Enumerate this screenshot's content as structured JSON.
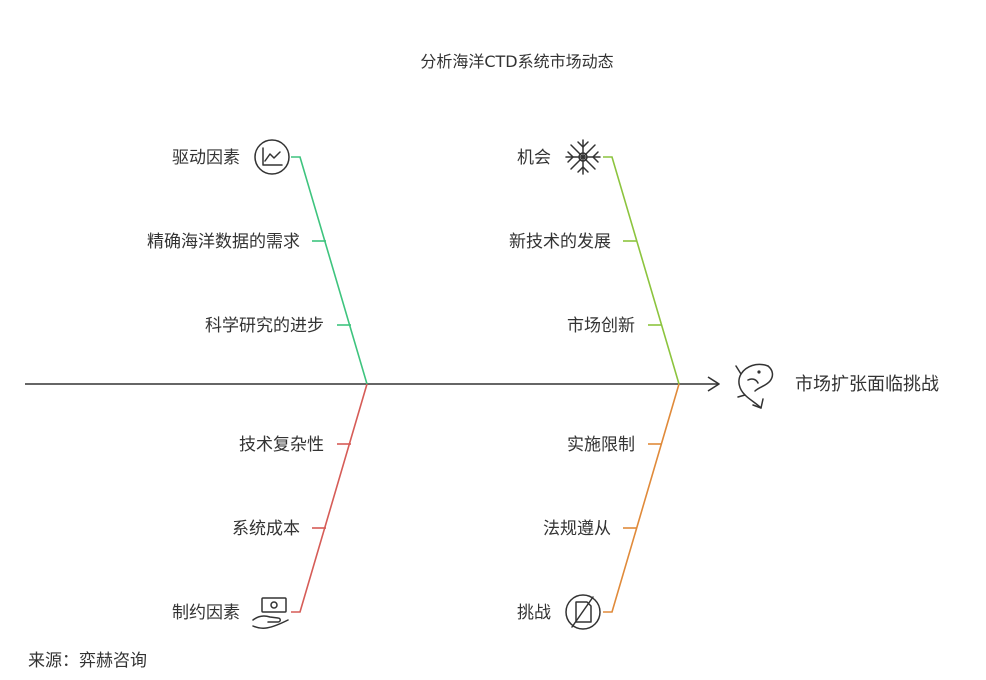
{
  "title": "分析海洋CTD系统市场动态",
  "effect": {
    "label": "市场扩张面临挑战",
    "icon": "fish-icon"
  },
  "categories": {
    "drivers": {
      "label": "驱动因素",
      "icon": "trend-chart-icon",
      "color": "#3ec47e",
      "causes": [
        "精确海洋数据的需求",
        "科学研究的进步"
      ]
    },
    "opportunities": {
      "label": "机会",
      "icon": "snowflake-icon",
      "color": "#8cc43e",
      "causes": [
        "新技术的发展",
        "市场创新"
      ]
    },
    "constraints": {
      "label": "制约因素",
      "icon": "money-hand-icon",
      "color": "#d65c57",
      "causes": [
        "技术复杂性",
        "系统成本"
      ]
    },
    "challenges": {
      "label": "挑战",
      "icon": "no-document-icon",
      "color": "#e08a3a",
      "causes": [
        "实施限制",
        "法规遵从"
      ]
    }
  },
  "source": "来源：弈赫咨询"
}
